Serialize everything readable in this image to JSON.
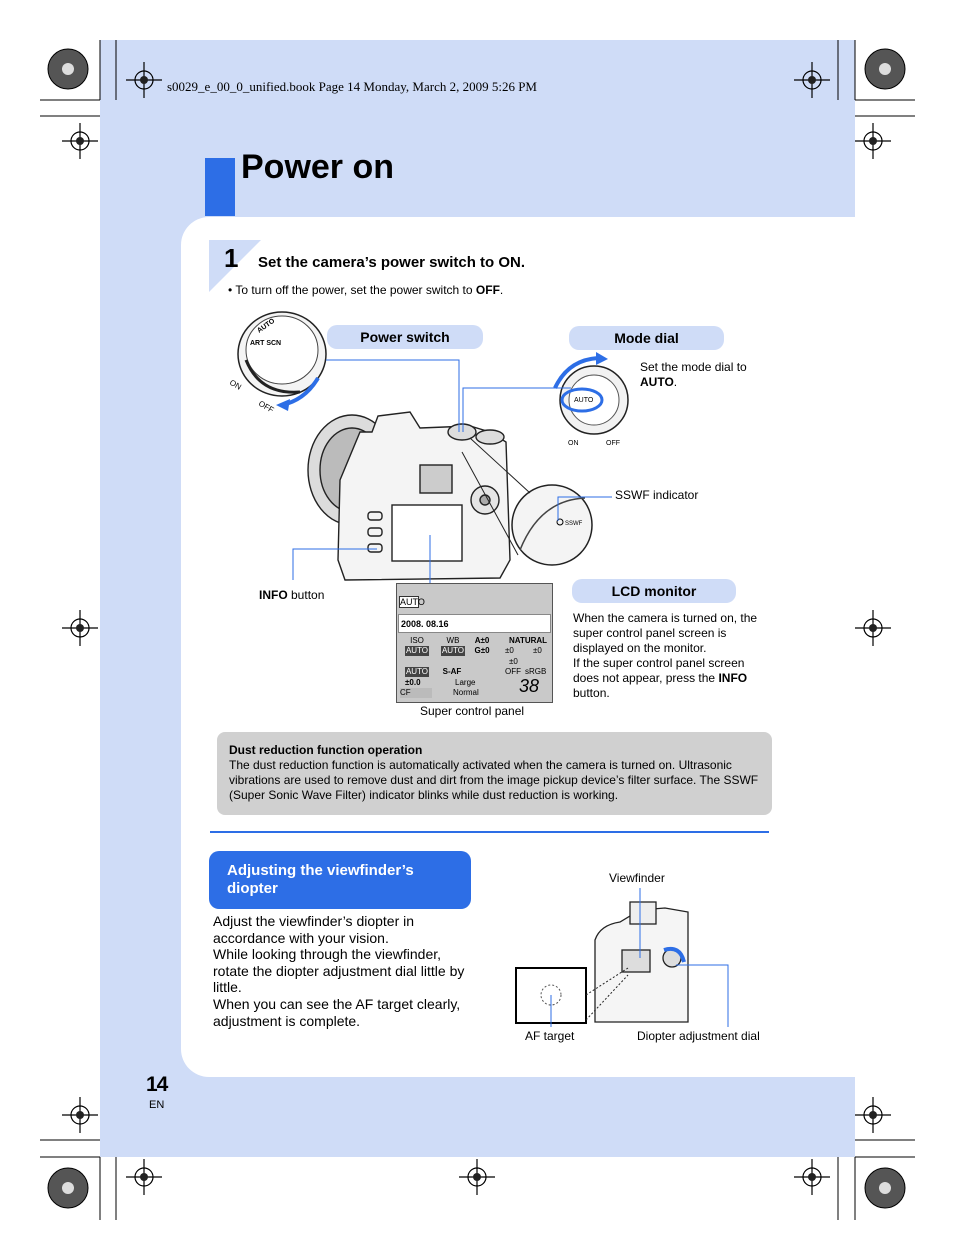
{
  "header": {
    "book_line": "s0029_e_00_0_unified.book  Page 14  Monday, March 2, 2009  5:26 PM"
  },
  "title": "Power on",
  "step1": {
    "number": "1",
    "text": "Set the camera’s power switch to ON.",
    "note_prefix": "•  To turn off the power, set the power switch to ",
    "note_bold": "OFF",
    "note_suffix": "."
  },
  "labels": {
    "power_switch": "Power switch",
    "mode_dial": "Mode dial",
    "mode_note_prefix": "Set the mode dial to ",
    "mode_note_bold": "AUTO",
    "mode_note_suffix": ".",
    "sswf": "SSWF indicator",
    "info_bold": "INFO",
    "info_rest": " button",
    "lcd_monitor": "LCD monitor",
    "lcd_desc_1": "When the camera is turned on, the super control panel screen is displayed on the monitor.",
    "lcd_desc_2": "If the super control panel screen does not appear, press the ",
    "lcd_desc_bold": "INFO",
    "lcd_desc_3": " button.",
    "scp_caption": "Super control panel",
    "dial_on": "ON",
    "dial_off": "OFF",
    "dial_auto": "AUTO",
    "dial_artscn": "ART SCN"
  },
  "scp": {
    "mode": "AUTO",
    "date": "2008. 08.16",
    "iso": "ISO",
    "iso_val": "AUTO",
    "wb": "WB",
    "wb_val": "AUTO",
    "a_val": "A±0",
    "g_val": "G±0",
    "natural": "NATURAL",
    "flash_val": "AUTO",
    "saf": "S-AF",
    "off": "OFF",
    "srgb": "sRGB",
    "exp": "±0.0",
    "large": "Large",
    "normal": "Normal",
    "cf": "CF",
    "count": "38",
    "zero1": "±0",
    "zero2": "±0",
    "zero3": "±0"
  },
  "dust": {
    "title": "Dust reduction function operation",
    "text": "The dust reduction function is automatically activated when the camera is turned on. Ultrasonic vibrations are used to remove dust and dirt from the image pickup device’s filter surface. The SSWF (Super Sonic Wave Filter) indicator blinks while dust reduction is working."
  },
  "adjust": {
    "heading": "Adjusting the viewfinder’s diopter",
    "body": "Adjust the viewfinder’s diopter in accordance with your vision.\nWhile looking through the viewfinder, rotate the diopter adjustment dial little by little.\nWhen you can see the AF target clearly, adjustment is complete.",
    "viewfinder": "Viewfinder",
    "af_target": "AF target",
    "diopter_dial": "Diopter adjustment dial"
  },
  "page": {
    "number": "14",
    "lang": "EN"
  },
  "colors": {
    "accent": "#2d6ee6",
    "page_blue": "#cfdcf7",
    "note_gray": "#d0d0d0"
  }
}
